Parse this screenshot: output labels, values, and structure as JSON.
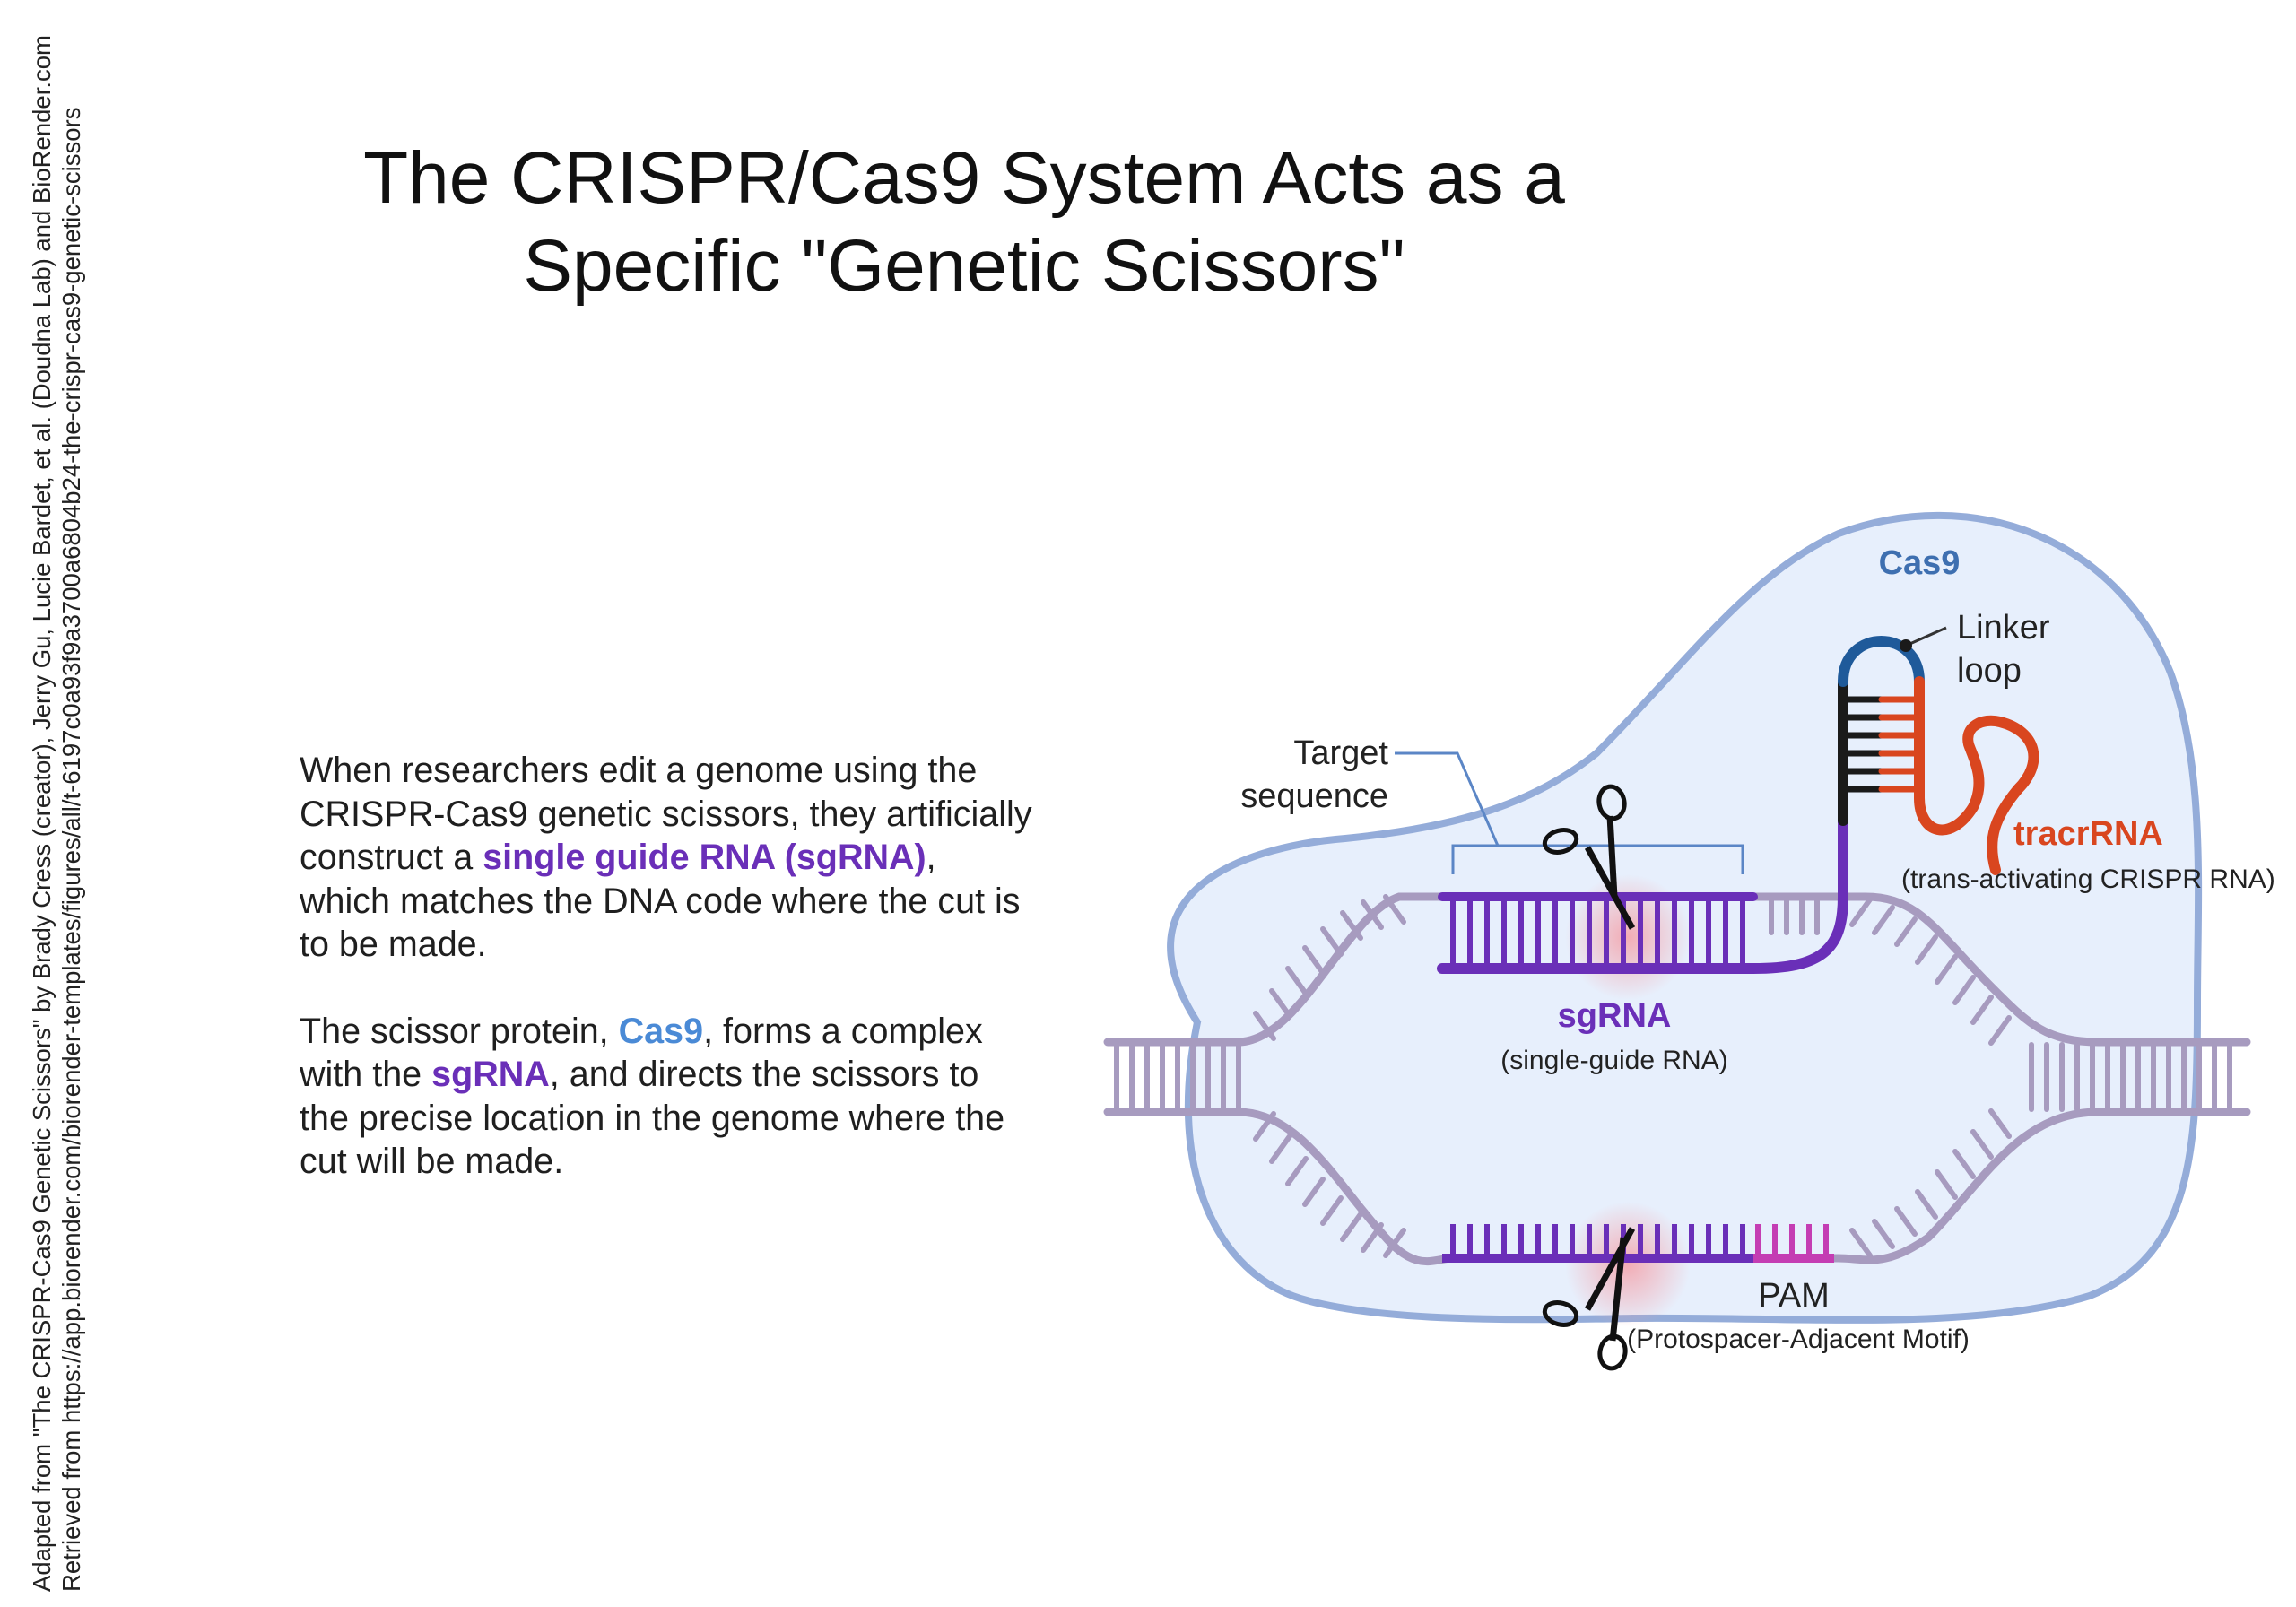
{
  "credit": {
    "line1": "Adapted from \"The CRISPR-Cas9 Genetic Scissors\" by Brady Cress (creator), Jerry Gu, Lucie Bardet, et al. (Doudna Lab) and BioRender.com",
    "line2": "Retrieved from https://app.biorender.com/biorender-templates/figures/all/t-6197c0a93f9a3700a6804b24-the-crispr-cas9-genetic-scissors"
  },
  "title": {
    "line1": "The CRISPR/Cas9 System Acts as a",
    "line2": "Specific \"Genetic Scissors\""
  },
  "paragraph1": {
    "text_before": "When researchers edit a genome using the CRISPR-Cas9 genetic scissors, they artificially construct a ",
    "highlight": "single guide RNA (sgRNA)",
    "text_after": ", which matches the DNA code where the cut is to be made."
  },
  "paragraph2": {
    "text_before": "The scissor protein, ",
    "highlight_cas9": "Cas9",
    "text_middle": ", forms a complex with the ",
    "highlight_sgrna": "sgRNA",
    "text_after": ", and directs the scissors to the precise location in the genome where the cut will be made."
  },
  "diagram": {
    "cas9_label": "Cas9",
    "linker_line1": "Linker",
    "linker_line2": "loop",
    "target_line1": "Target",
    "target_line2": "sequence",
    "tracrrna_label": "tracrRNA",
    "tracrrna_sub": "(trans-activating CRISPR RNA)",
    "sgrna_label": "sgRNA",
    "sgrna_sub": "(single-guide RNA)",
    "pam_label": "PAM",
    "pam_sub": "(Protospacer-Adjacent Motif)"
  },
  "colors": {
    "dna": "#a79bbf",
    "sgrna": "#6a2fb8",
    "pam": "#c43db3",
    "tracrrna": "#d9461f",
    "linker": "#1f5a9a",
    "cas9_fill": "#e6effc",
    "cas9_outline": "#8fa8d8",
    "cas9_text": "#3e6fb0"
  }
}
